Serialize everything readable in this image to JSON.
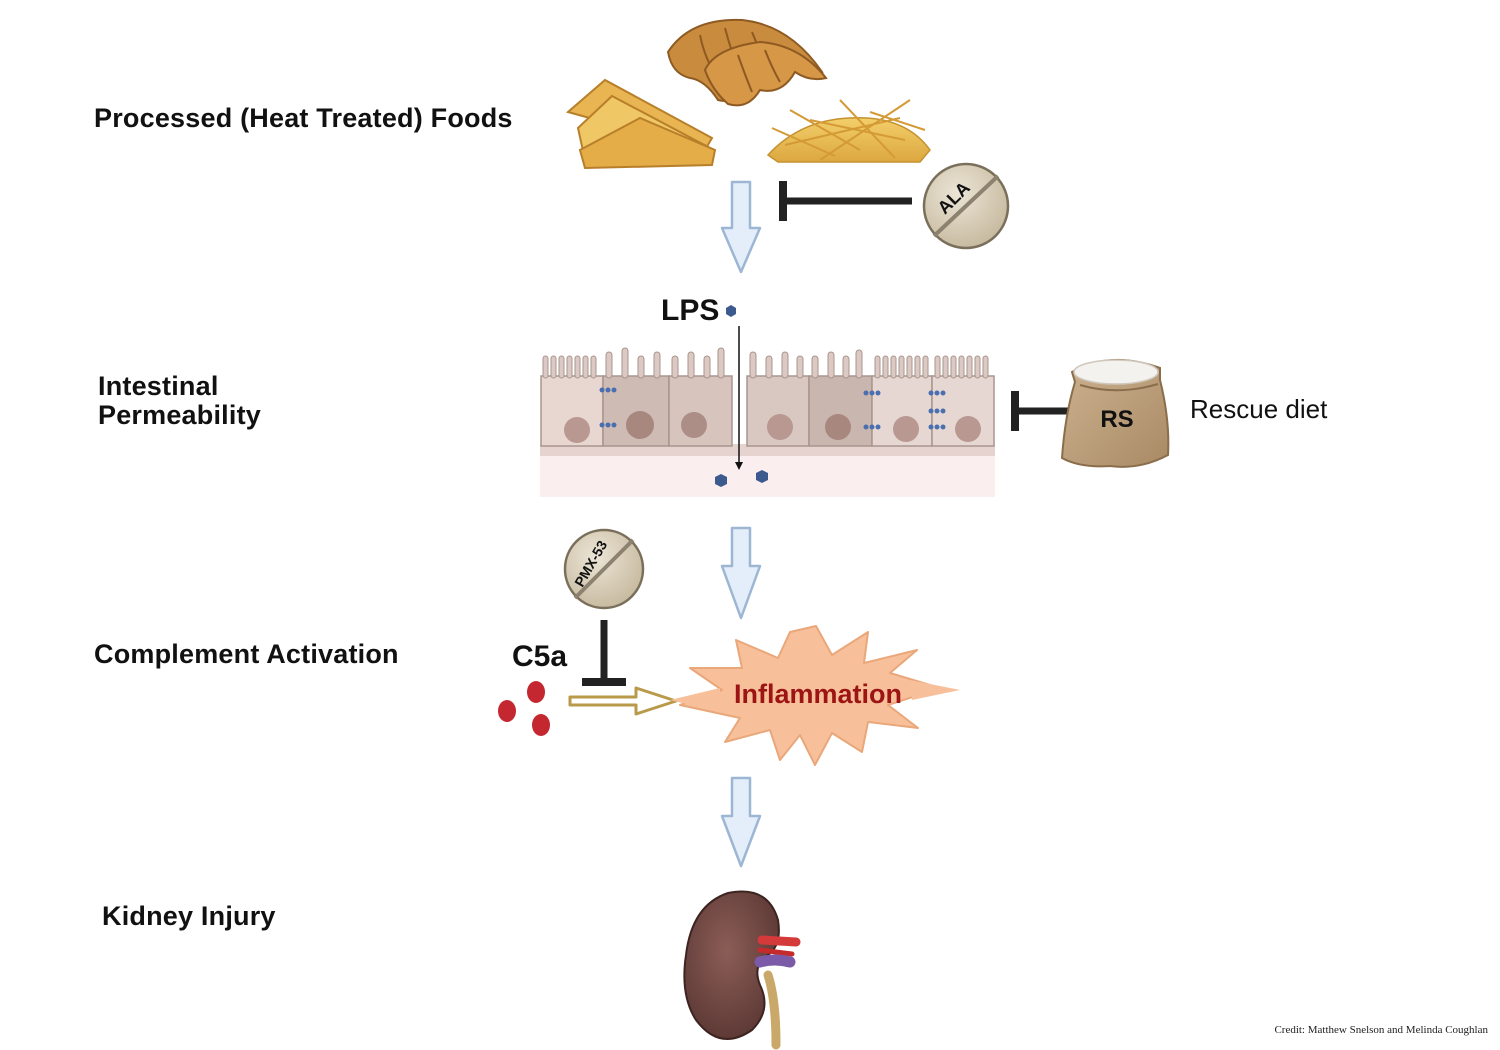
{
  "stages": {
    "processed_foods": "Processed (Heat Treated) Foods",
    "intestinal_line1": "Intestinal",
    "intestinal_line2": "Permeability",
    "complement": "Complement Activation",
    "kidney": "Kidney Injury"
  },
  "labels": {
    "lps": "LPS",
    "c5a": "C5a",
    "inflammation": "Inflammation",
    "rescue_diet": "Rescue diet",
    "rs": "RS"
  },
  "pills": {
    "ala": "ALA",
    "pmx": "PMX-53"
  },
  "credit": "Credit: Matthew Snelson and Melinda Coughlan",
  "colors": {
    "arrow_fill": "#e3eefa",
    "arrow_stroke": "#9db6d4",
    "inhibitor": "#222222",
    "inflammation_fill": "#f7c09a",
    "inflammation_text": "#9c1414",
    "c5a_dots": "#c4272f",
    "lps_marker": "#3c5a8e",
    "pill_fill": "#d8cdb6"
  }
}
